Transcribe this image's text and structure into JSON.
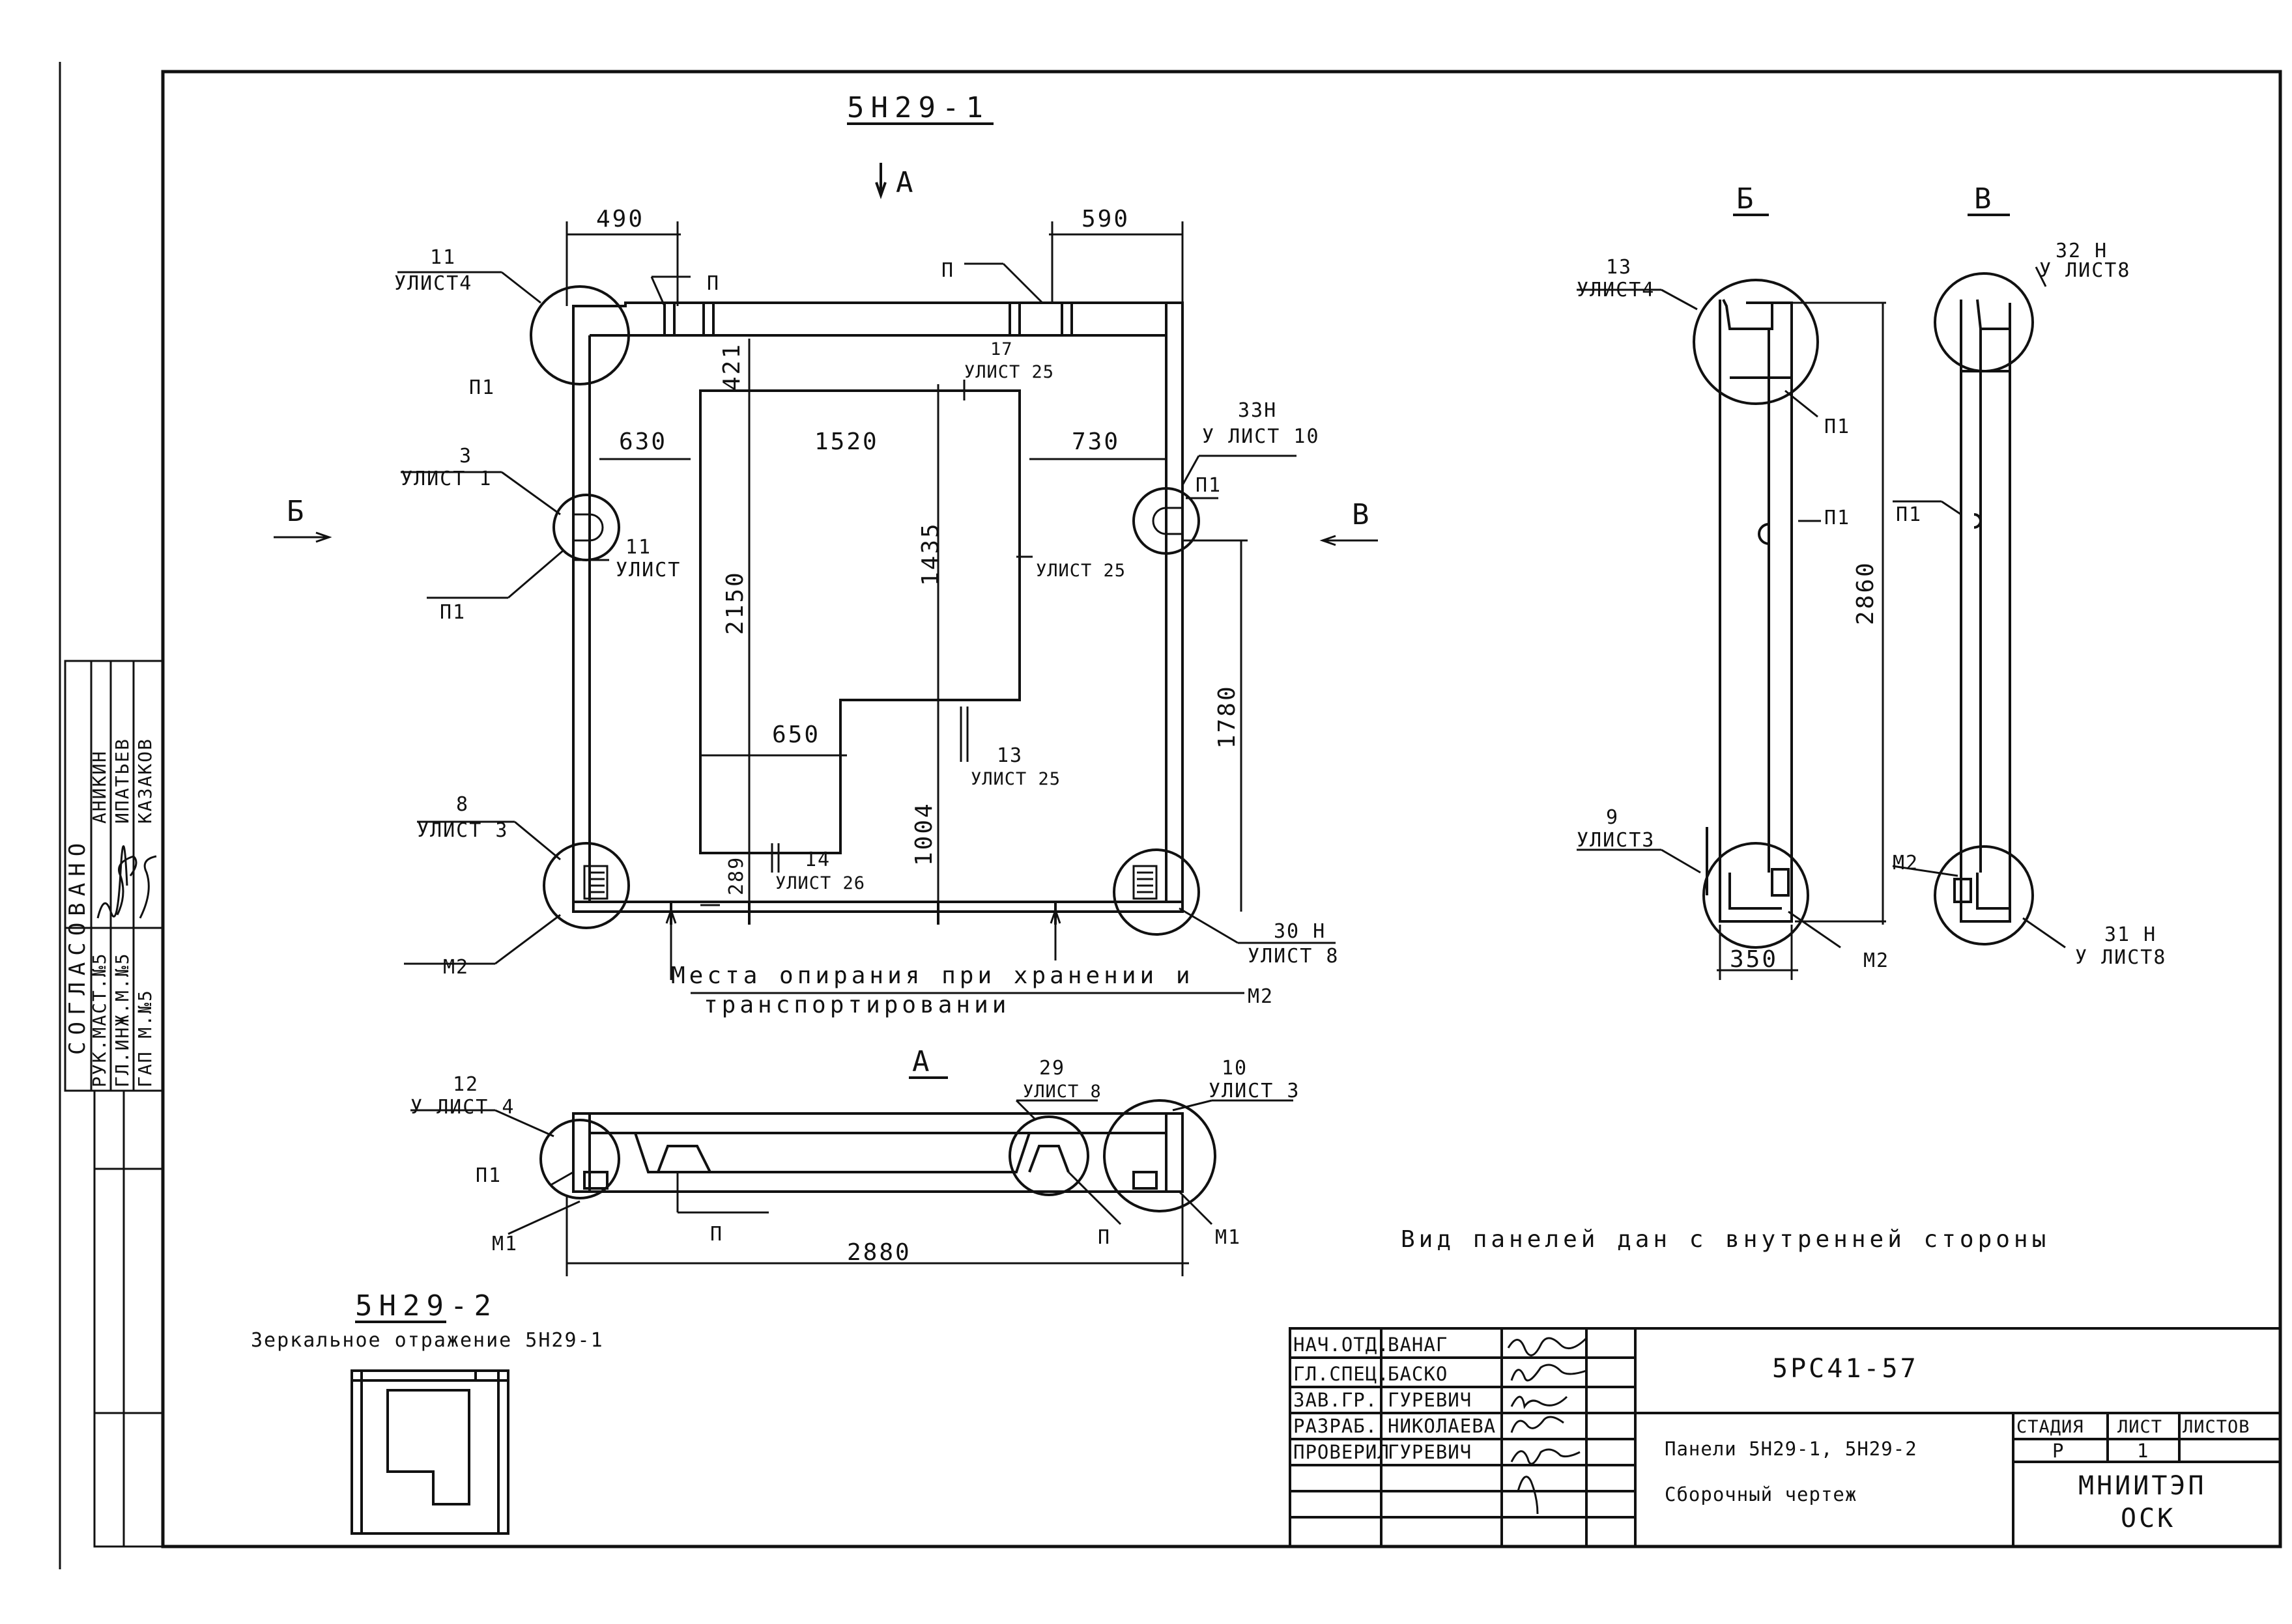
{
  "drawing": {
    "main_title": "5Н29-1",
    "section_a_arrow": "А",
    "view_b": "Б",
    "view_v": "В",
    "section_a": "А",
    "dims": {
      "d490": "490",
      "d590": "590",
      "d421": "421",
      "d1520": "1520",
      "d630": "630",
      "d730": "730",
      "d2150": "2150",
      "d1435": "1435",
      "d650": "650",
      "d1004": "1004",
      "d289": "289",
      "d1780": "1780",
      "d2860": "2860",
      "d350": "350",
      "d2880": "2880"
    },
    "callouts": {
      "c11_top": {
        "num": "11",
        "ref": "УЛИСТ4"
      },
      "c3": {
        "num": "3",
        "ref": "УЛИСТ 1"
      },
      "c8": {
        "num": "8",
        "ref": "УЛИСТ 3"
      },
      "c11_mid": {
        "num": "11",
        "ref": "УЛИСТ"
      },
      "c17": {
        "num": "17",
        "ref": "УЛИСТ 25"
      },
      "c33": {
        "num": "33Н",
        "ref": "У ЛИСТ 10"
      },
      "c25": {
        "ref": "УЛИСТ 25"
      },
      "c13_plan": {
        "num": "13",
        "ref": "УЛИСТ 25"
      },
      "c14": {
        "num": "14",
        "ref": "УЛИСТ 26"
      },
      "c30": {
        "num": "30 Н",
        "ref": "УЛИСТ 8"
      },
      "c12": {
        "num": "12",
        "ref": "У ЛИСТ 4"
      },
      "c29": {
        "num": "29",
        "ref": "УЛИСТ 8"
      },
      "c10": {
        "num": "10",
        "ref": "УЛИСТ 3"
      },
      "c13_b": {
        "num": "13",
        "ref": "УЛИСТ4"
      },
      "c9": {
        "num": "9",
        "ref": "УЛИСТ3"
      },
      "c32": {
        "num": "32 Н",
        "ref": "У ЛИСТ8"
      },
      "c31": {
        "num": "31 Н",
        "ref": "У ЛИСТ8"
      }
    },
    "marks": {
      "p1": "П1",
      "p": "П",
      "m1": "М1",
      "m2": "М2"
    },
    "support_note_line1": "Места опирания при хранении и",
    "support_note_line2": "транспортировании",
    "mirror_title": "5Н29-2",
    "mirror_note": "Зеркальное отражение 5Н29-1",
    "inside_note": "Вид панелей дан с внутренней стороны"
  },
  "side_stamp": {
    "title": "СОГЛАСОВАНО",
    "rows": [
      {
        "role": "РУК.МАСТ.№5",
        "name": "АНИКИН"
      },
      {
        "role": "ГЛ.ИНЖ.М.№5",
        "name": "ИПАТЬЕВ"
      },
      {
        "role": "ГАП М.№5",
        "name": "КАЗАКОВ"
      }
    ]
  },
  "title_block": {
    "rows": [
      {
        "role": "НАЧ.ОТД.",
        "name": "ВАНАГ"
      },
      {
        "role": "ГЛ.СПЕЦ.",
        "name": "БАСКО"
      },
      {
        "role": "ЗАВ.ГР.",
        "name": "ГУРЕВИЧ"
      },
      {
        "role": "РАЗРАБ.",
        "name": "НИКОЛАЕВА"
      },
      {
        "role": "ПРОВЕРИЛ",
        "name": "ГУРЕВИЧ"
      }
    ],
    "code": "5РС41-57",
    "name_line1": "Панели 5Н29-1, 5Н29-2",
    "name_line2": "Сборочный чертеж",
    "stage_label": "СТАДИЯ",
    "sheet_label": "ЛИСТ",
    "sheets_label": "ЛИСТОВ",
    "stage": "Р",
    "sheet": "1",
    "org_line1": "МНИИТЭП",
    "org_line2": "ОСК"
  }
}
